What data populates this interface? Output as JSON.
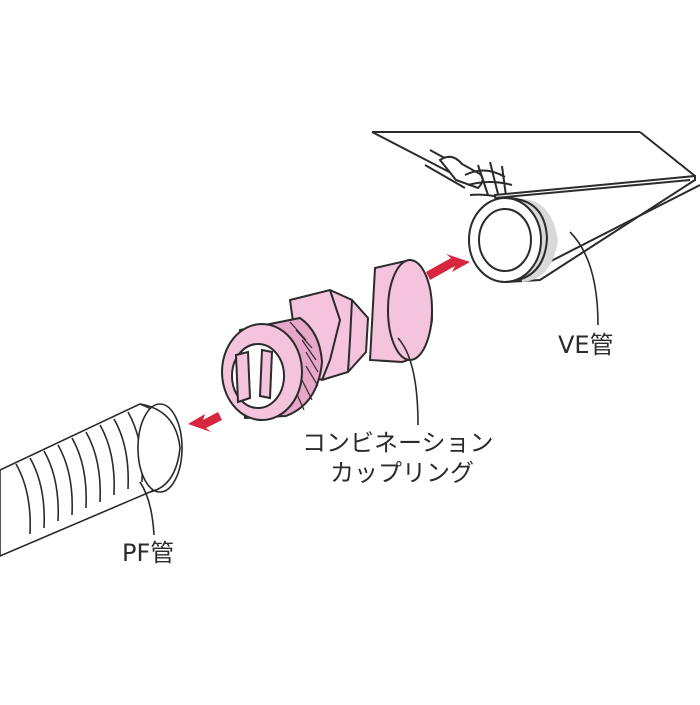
{
  "labels": {
    "ve_pipe": "VE管",
    "pf_pipe": "PF管",
    "combination_coupling_line1": "コンビネーション",
    "combination_coupling_line2": "カップリング"
  },
  "colors": {
    "coupling_pink": "#f4c3dc",
    "coupling_pink_dark": "#e8a6c8",
    "arrow_red": "#d7263d",
    "line": "#2b2b2b",
    "pipe_shade": "#d9d9d9"
  }
}
